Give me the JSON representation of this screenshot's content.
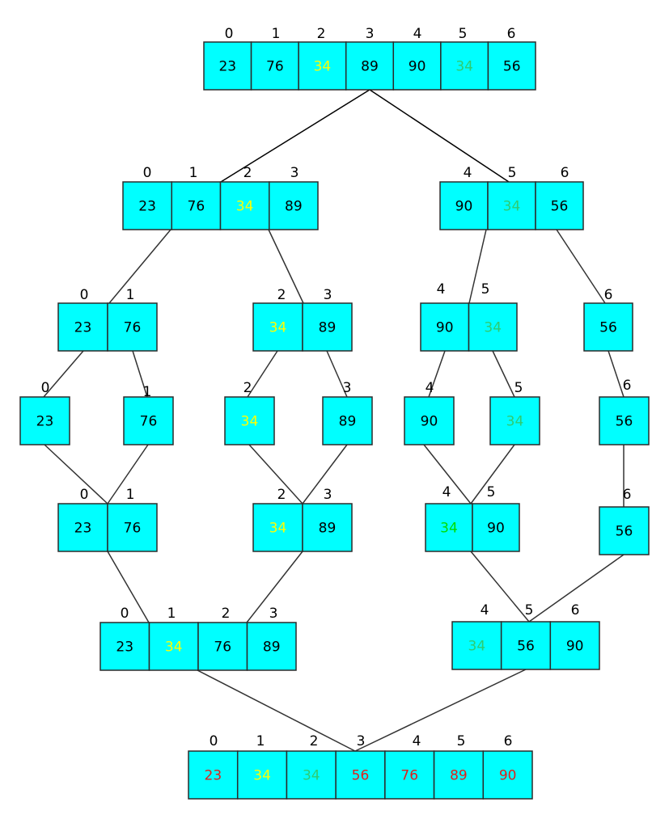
{
  "colors": {
    "cell_fill": "#00ffff",
    "cell_border": "#2b2b2b",
    "text_default": "#000000",
    "text_yellow": "#ffff00",
    "text_green": "#2ecc71",
    "text_bright_green": "#00dd00",
    "text_red": "#e0201b",
    "line_top": "#000000",
    "line_default": "#333333"
  },
  "arrays": [
    {
      "id": "root",
      "cells": [
        {
          "i": "0",
          "v": "23",
          "c": "text_default"
        },
        {
          "i": "1",
          "v": "76",
          "c": "text_default"
        },
        {
          "i": "2",
          "v": "34",
          "c": "text_yellow"
        },
        {
          "i": "3",
          "v": "89",
          "c": "text_default"
        },
        {
          "i": "4",
          "v": "90",
          "c": "text_default"
        },
        {
          "i": "5",
          "v": "34",
          "c": "text_green"
        },
        {
          "i": "6",
          "v": "56",
          "c": "text_default"
        }
      ]
    },
    {
      "id": "l1-left",
      "cells": [
        {
          "i": "0",
          "v": "23",
          "c": "text_default"
        },
        {
          "i": "1",
          "v": "76",
          "c": "text_default"
        },
        {
          "i": "2",
          "v": "34",
          "c": "text_yellow"
        },
        {
          "i": "3",
          "v": "89",
          "c": "text_default"
        }
      ]
    },
    {
      "id": "l1-right",
      "cells": [
        {
          "i": "4",
          "v": "90",
          "c": "text_default"
        },
        {
          "i": "5",
          "v": "34",
          "c": "text_green"
        },
        {
          "i": "6",
          "v": "56",
          "c": "text_default"
        }
      ]
    },
    {
      "id": "l2-a",
      "cells": [
        {
          "i": "0",
          "v": "23",
          "c": "text_default"
        },
        {
          "i": "1",
          "v": "76",
          "c": "text_default"
        }
      ]
    },
    {
      "id": "l2-b",
      "cells": [
        {
          "i": "2",
          "v": "34",
          "c": "text_yellow"
        },
        {
          "i": "3",
          "v": "89",
          "c": "text_default"
        }
      ]
    },
    {
      "id": "l2-c",
      "cells": [
        {
          "i": "4",
          "v": "90",
          "c": "text_default"
        },
        {
          "i": "5",
          "v": "34",
          "c": "text_green"
        }
      ]
    },
    {
      "id": "l2-d",
      "cells": [
        {
          "i": "6",
          "v": "56",
          "c": "text_default"
        }
      ]
    },
    {
      "id": "l3-0",
      "cells": [
        {
          "i": "0",
          "v": "23",
          "c": "text_default"
        }
      ]
    },
    {
      "id": "l3-1",
      "cells": [
        {
          "i": "1",
          "v": "76",
          "c": "text_default"
        }
      ]
    },
    {
      "id": "l3-2",
      "cells": [
        {
          "i": "2",
          "v": "34",
          "c": "text_yellow"
        }
      ]
    },
    {
      "id": "l3-3",
      "cells": [
        {
          "i": "3",
          "v": "89",
          "c": "text_default"
        }
      ]
    },
    {
      "id": "l3-4",
      "cells": [
        {
          "i": "4",
          "v": "90",
          "c": "text_default"
        }
      ]
    },
    {
      "id": "l3-5",
      "cells": [
        {
          "i": "5",
          "v": "34",
          "c": "text_green"
        }
      ]
    },
    {
      "id": "l3-6",
      "cells": [
        {
          "i": "6",
          "v": "56",
          "c": "text_default"
        }
      ]
    },
    {
      "id": "m1-a",
      "cells": [
        {
          "i": "0",
          "v": "23",
          "c": "text_default"
        },
        {
          "i": "1",
          "v": "76",
          "c": "text_default"
        }
      ]
    },
    {
      "id": "m1-b",
      "cells": [
        {
          "i": "2",
          "v": "34",
          "c": "text_yellow"
        },
        {
          "i": "3",
          "v": "89",
          "c": "text_default"
        }
      ]
    },
    {
      "id": "m1-c",
      "cells": [
        {
          "i": "4",
          "v": "34",
          "c": "text_bright_green"
        },
        {
          "i": "5",
          "v": "90",
          "c": "text_default"
        }
      ]
    },
    {
      "id": "m1-d",
      "cells": [
        {
          "i": "6",
          "v": "56",
          "c": "text_default"
        }
      ]
    },
    {
      "id": "m2-left",
      "cells": [
        {
          "i": "0",
          "v": "23",
          "c": "text_default"
        },
        {
          "i": "1",
          "v": "34",
          "c": "text_yellow"
        },
        {
          "i": "2",
          "v": "76",
          "c": "text_default"
        },
        {
          "i": "3",
          "v": "89",
          "c": "text_default"
        }
      ]
    },
    {
      "id": "m2-right",
      "cells": [
        {
          "i": "4",
          "v": "34",
          "c": "text_green"
        },
        {
          "i": "5",
          "v": "56",
          "c": "text_default"
        },
        {
          "i": "6",
          "v": "90",
          "c": "text_default"
        }
      ]
    },
    {
      "id": "result",
      "cells": [
        {
          "i": "0",
          "v": "23",
          "c": "text_red"
        },
        {
          "i": "1",
          "v": "34",
          "c": "text_yellow"
        },
        {
          "i": "2",
          "v": "34",
          "c": "text_green"
        },
        {
          "i": "3",
          "v": "56",
          "c": "text_red"
        },
        {
          "i": "4",
          "v": "76",
          "c": "text_red"
        },
        {
          "i": "5",
          "v": "89",
          "c": "text_red"
        },
        {
          "i": "6",
          "v": "90",
          "c": "text_red"
        }
      ]
    }
  ]
}
